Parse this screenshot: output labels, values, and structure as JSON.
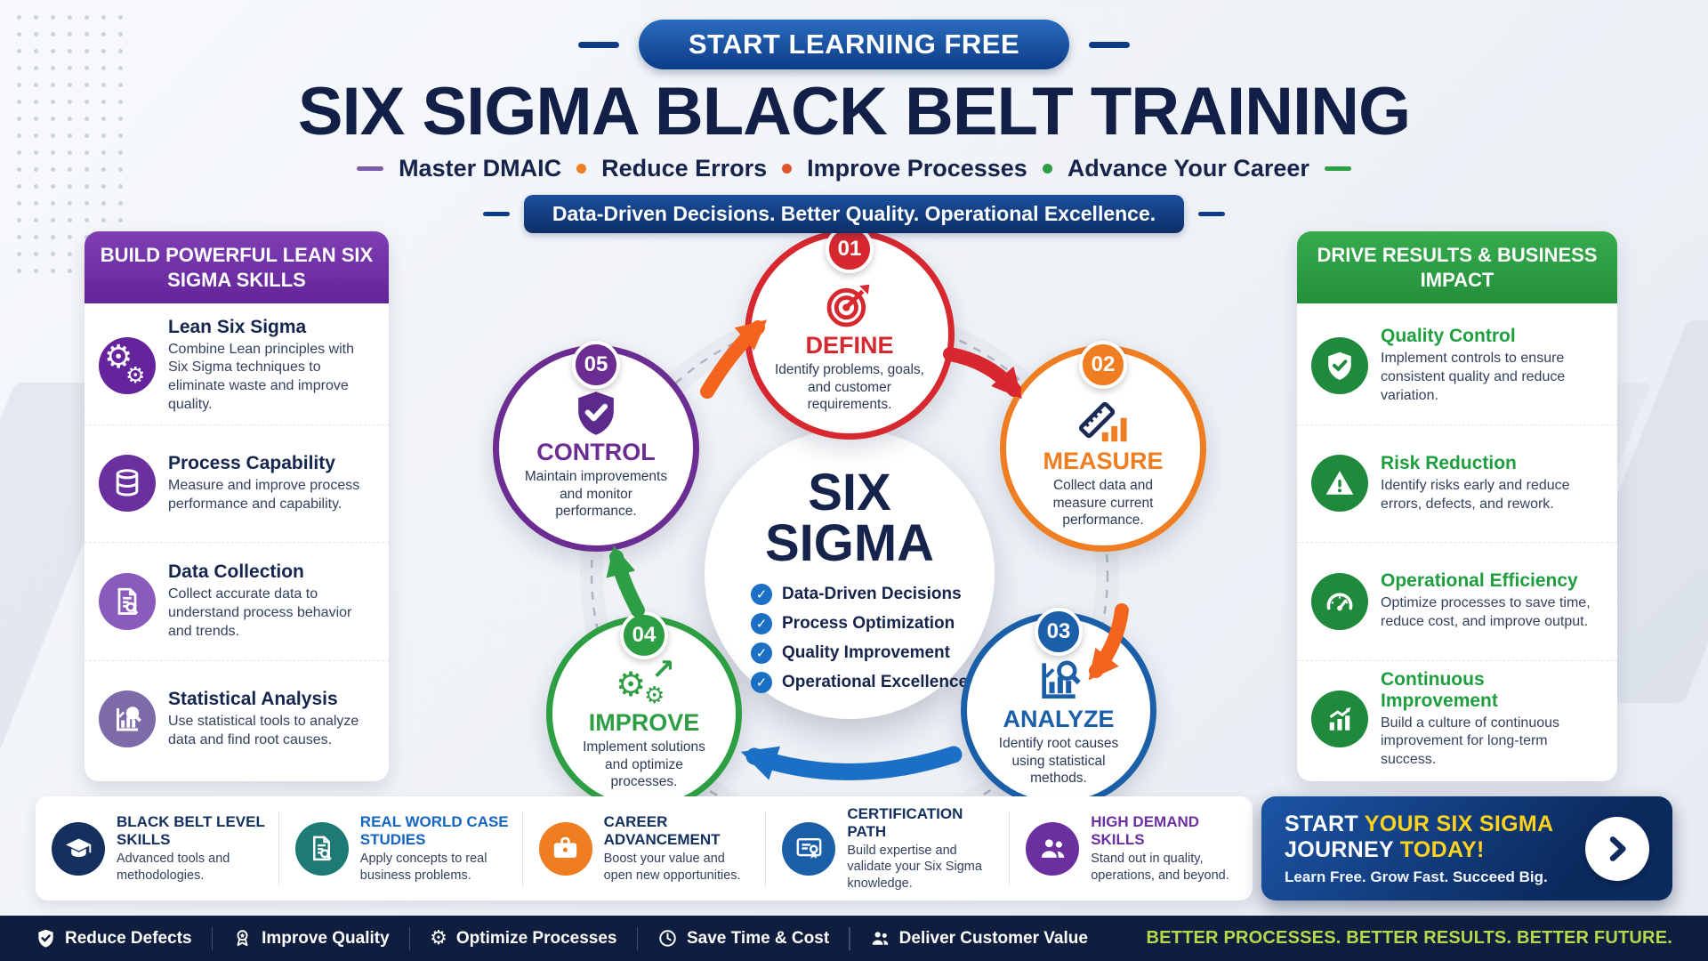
{
  "header": {
    "badge": "START LEARNING FREE",
    "title": "SIX SIGMA BLACK BELT TRAINING",
    "subtitle_items": [
      "Master DMAIC",
      "Reduce Errors",
      "Improve Processes",
      "Advance Your Career"
    ],
    "tagline": "Data-Driven Decisions. Better Quality. Operational Excellence."
  },
  "left_panel": {
    "title": "BUILD POWERFUL LEAN SIX SIGMA SKILLS",
    "items": [
      {
        "icon": "gears-icon",
        "title": "Lean Six Sigma",
        "desc": "Combine Lean principles with Six Sigma techniques to eliminate waste and improve quality."
      },
      {
        "icon": "database-icon",
        "title": "Process Capability",
        "desc": "Measure and improve process performance and capability."
      },
      {
        "icon": "document-search-icon",
        "title": "Data Collection",
        "desc": "Collect accurate data to understand process behavior and trends."
      },
      {
        "icon": "chart-search-icon",
        "title": "Statistical Analysis",
        "desc": "Use statistical tools to analyze data and find root causes."
      }
    ]
  },
  "right_panel": {
    "title": "DRIVE RESULTS & BUSINESS IMPACT",
    "items": [
      {
        "icon": "shield-check-icon",
        "title": "Quality Control",
        "desc": "Implement controls to ensure consistent quality and reduce variation."
      },
      {
        "icon": "warning-icon",
        "title": "Risk Reduction",
        "desc": "Identify risks early and reduce errors, defects, and rework."
      },
      {
        "icon": "gauge-icon",
        "title": "Operational Efficiency",
        "desc": "Optimize processes to save time, reduce cost, and improve output."
      },
      {
        "icon": "growth-chart-icon",
        "title": "Continuous Improvement",
        "desc": "Build a culture of continuous improvement for long-term success."
      }
    ]
  },
  "diagram": {
    "center": {
      "title_line1": "SIX",
      "title_line2": "SIGMA",
      "checklist": [
        "Data-Driven Decisions",
        "Process Optimization",
        "Quality Improvement",
        "Operational Excellence"
      ]
    },
    "steps": [
      {
        "number": "01",
        "name": "DEFINE",
        "icon": "target-icon",
        "color": "#d7282f",
        "desc": "Identify problems, goals, and customer requirements."
      },
      {
        "number": "02",
        "name": "MEASURE",
        "icon": "ruler-chart-icon",
        "color": "#ef7d22",
        "desc": "Collect data and measure current performance."
      },
      {
        "number": "03",
        "name": "ANALYZE",
        "icon": "chart-search-icon",
        "color": "#1b5fa8",
        "desc": "Identify root causes using statistical methods."
      },
      {
        "number": "04",
        "name": "IMPROVE",
        "icon": "gears-arrow-icon",
        "color": "#2e9e44",
        "desc": "Implement solutions and optimize processes."
      },
      {
        "number": "05",
        "name": "CONTROL",
        "icon": "shield-check-icon",
        "color": "#6b2d91",
        "desc": "Maintain improvements and monitor performance."
      }
    ]
  },
  "benefits": [
    {
      "icon": "graduation-cap-icon",
      "title": "BLACK BELT LEVEL SKILLS",
      "desc": "Advanced tools and methodologies."
    },
    {
      "icon": "document-search-icon",
      "title": "REAL WORLD CASE STUDIES",
      "desc": "Apply concepts to real business problems."
    },
    {
      "icon": "briefcase-icon",
      "title": "CAREER ADVANCEMENT",
      "desc": "Boost your value and open new opportunities."
    },
    {
      "icon": "certificate-icon",
      "title": "CERTIFICATION PATH",
      "desc": "Build expertise and validate your Six Sigma knowledge."
    },
    {
      "icon": "people-icon",
      "title": "HIGH DEMAND SKILLS",
      "desc": "Stand out in quality, operations, and beyond."
    }
  ],
  "cta": {
    "line1_white": "START",
    "line1_yellow": "YOUR SIX SIGMA",
    "line2_white": "JOURNEY",
    "line2_yellow": "TODAY!",
    "tagline": "Learn Free. Grow Fast. Succeed Big."
  },
  "footer": {
    "items": [
      {
        "icon": "shield-check-icon",
        "label": "Reduce Defects"
      },
      {
        "icon": "medal-icon",
        "label": "Improve Quality"
      },
      {
        "icon": "gear-icon",
        "label": "Optimize Processes"
      },
      {
        "icon": "clock-icon",
        "label": "Save Time & Cost"
      },
      {
        "icon": "people-icon",
        "label": "Deliver Customer Value"
      }
    ],
    "tagline": "BETTER PROCESSES. BETTER RESULTS. BETTER FUTURE."
  },
  "colors": {
    "navy": "#0d3c86",
    "title_navy": "#121f47",
    "red": "#d7282f",
    "orange": "#ef7d22",
    "blue": "#1b5fa8",
    "green": "#2e9e44",
    "purple": "#6b2d91",
    "panel_purple": "#63249a",
    "panel_green": "#24903a",
    "cta_yellow": "#ffd21e",
    "footer_bg": "#0f1e3e",
    "footer_green": "#b5d94a"
  }
}
